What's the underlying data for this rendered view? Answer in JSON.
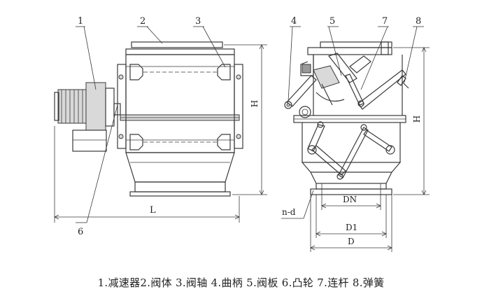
{
  "callouts": [
    "1",
    "2",
    "3",
    "4",
    "5",
    "6",
    "7",
    "8"
  ],
  "dims": {
    "H": "H",
    "L": "L",
    "nd": "n-d",
    "DN": "DN",
    "D1": "D1",
    "D": "D"
  },
  "caption": "1.减速器2.阀体 3.阀轴 4.曲柄 5.阀板 6.凸轮 7.连杆 8.弹簧"
}
